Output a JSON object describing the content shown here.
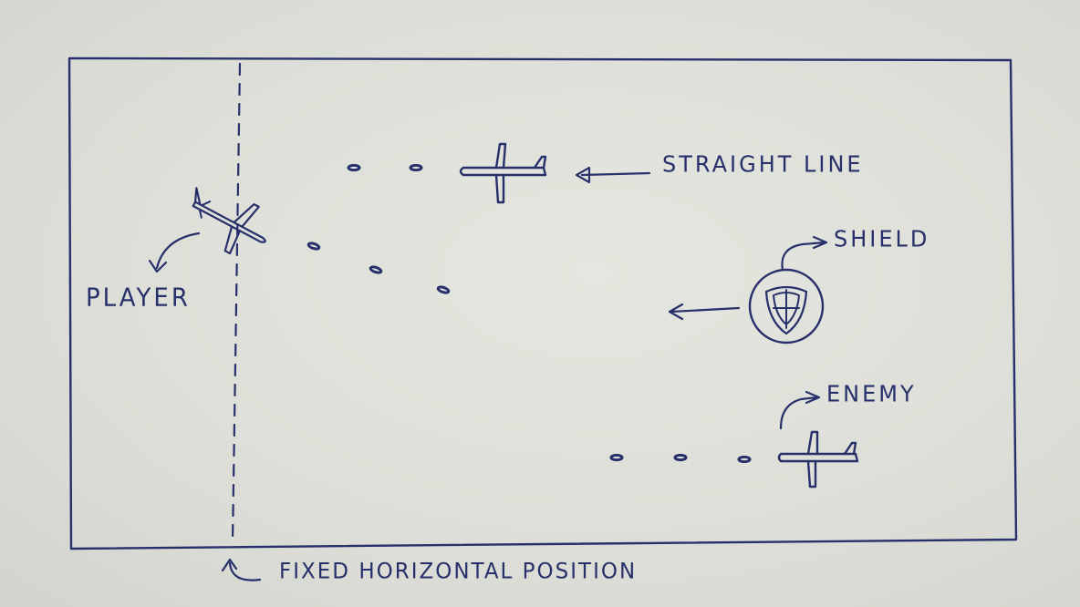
{
  "labels": {
    "straight_line": "STRAIGHT LINE",
    "shield": "SHIELD",
    "enemy": "ENEMY",
    "player": "PLAYER",
    "fixed_position": "FIXED HORIZONTAL POSITION"
  },
  "colors": {
    "ink": "#27306b",
    "paper": "#dcded7"
  },
  "icons": [
    "plane-icon",
    "shield-icon",
    "arrow-icon"
  ]
}
